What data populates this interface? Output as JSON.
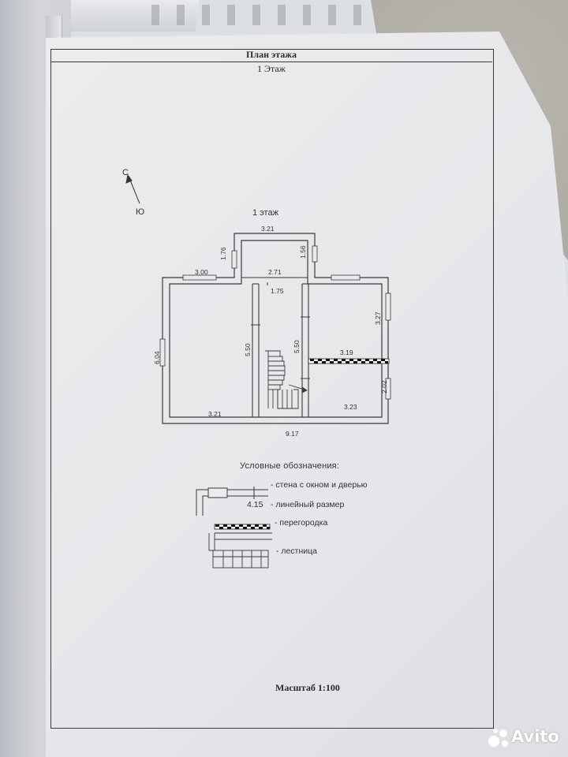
{
  "document": {
    "title": "План этажа",
    "subtitle": "1 Этаж",
    "floor_label": "1 этаж",
    "compass": {
      "north": "С",
      "south": "Ю"
    },
    "scale": "Масштаб 1:100"
  },
  "dimensions": {
    "top_annex_width": "3.21",
    "annex_left_height": "1.76",
    "annex_right_height": "1.56",
    "annex_inner_width": "2.71",
    "left_top_width": "3.00",
    "hall_width": "1.75",
    "left_room_height": "5.50",
    "hall_height": "5.50",
    "right_top_height": "3.27",
    "right_top_width": "3.19",
    "right_bottom_height": "2.02",
    "right_bottom_width": "3.23",
    "left_bottom_width": "3.21",
    "total_height": "6.04",
    "total_width": "9.17"
  },
  "legend": {
    "title": "Условные обозначения:",
    "items": [
      {
        "sample": "",
        "text": "- стена с окном и дверью"
      },
      {
        "sample": "4.15",
        "text": "- линейный размер"
      },
      {
        "sample": "",
        "text": "- перегородка"
      },
      {
        "sample": "",
        "text": "- лестница"
      }
    ]
  },
  "watermark": {
    "text": "Avito",
    "icon": "avito-dots-icon"
  }
}
